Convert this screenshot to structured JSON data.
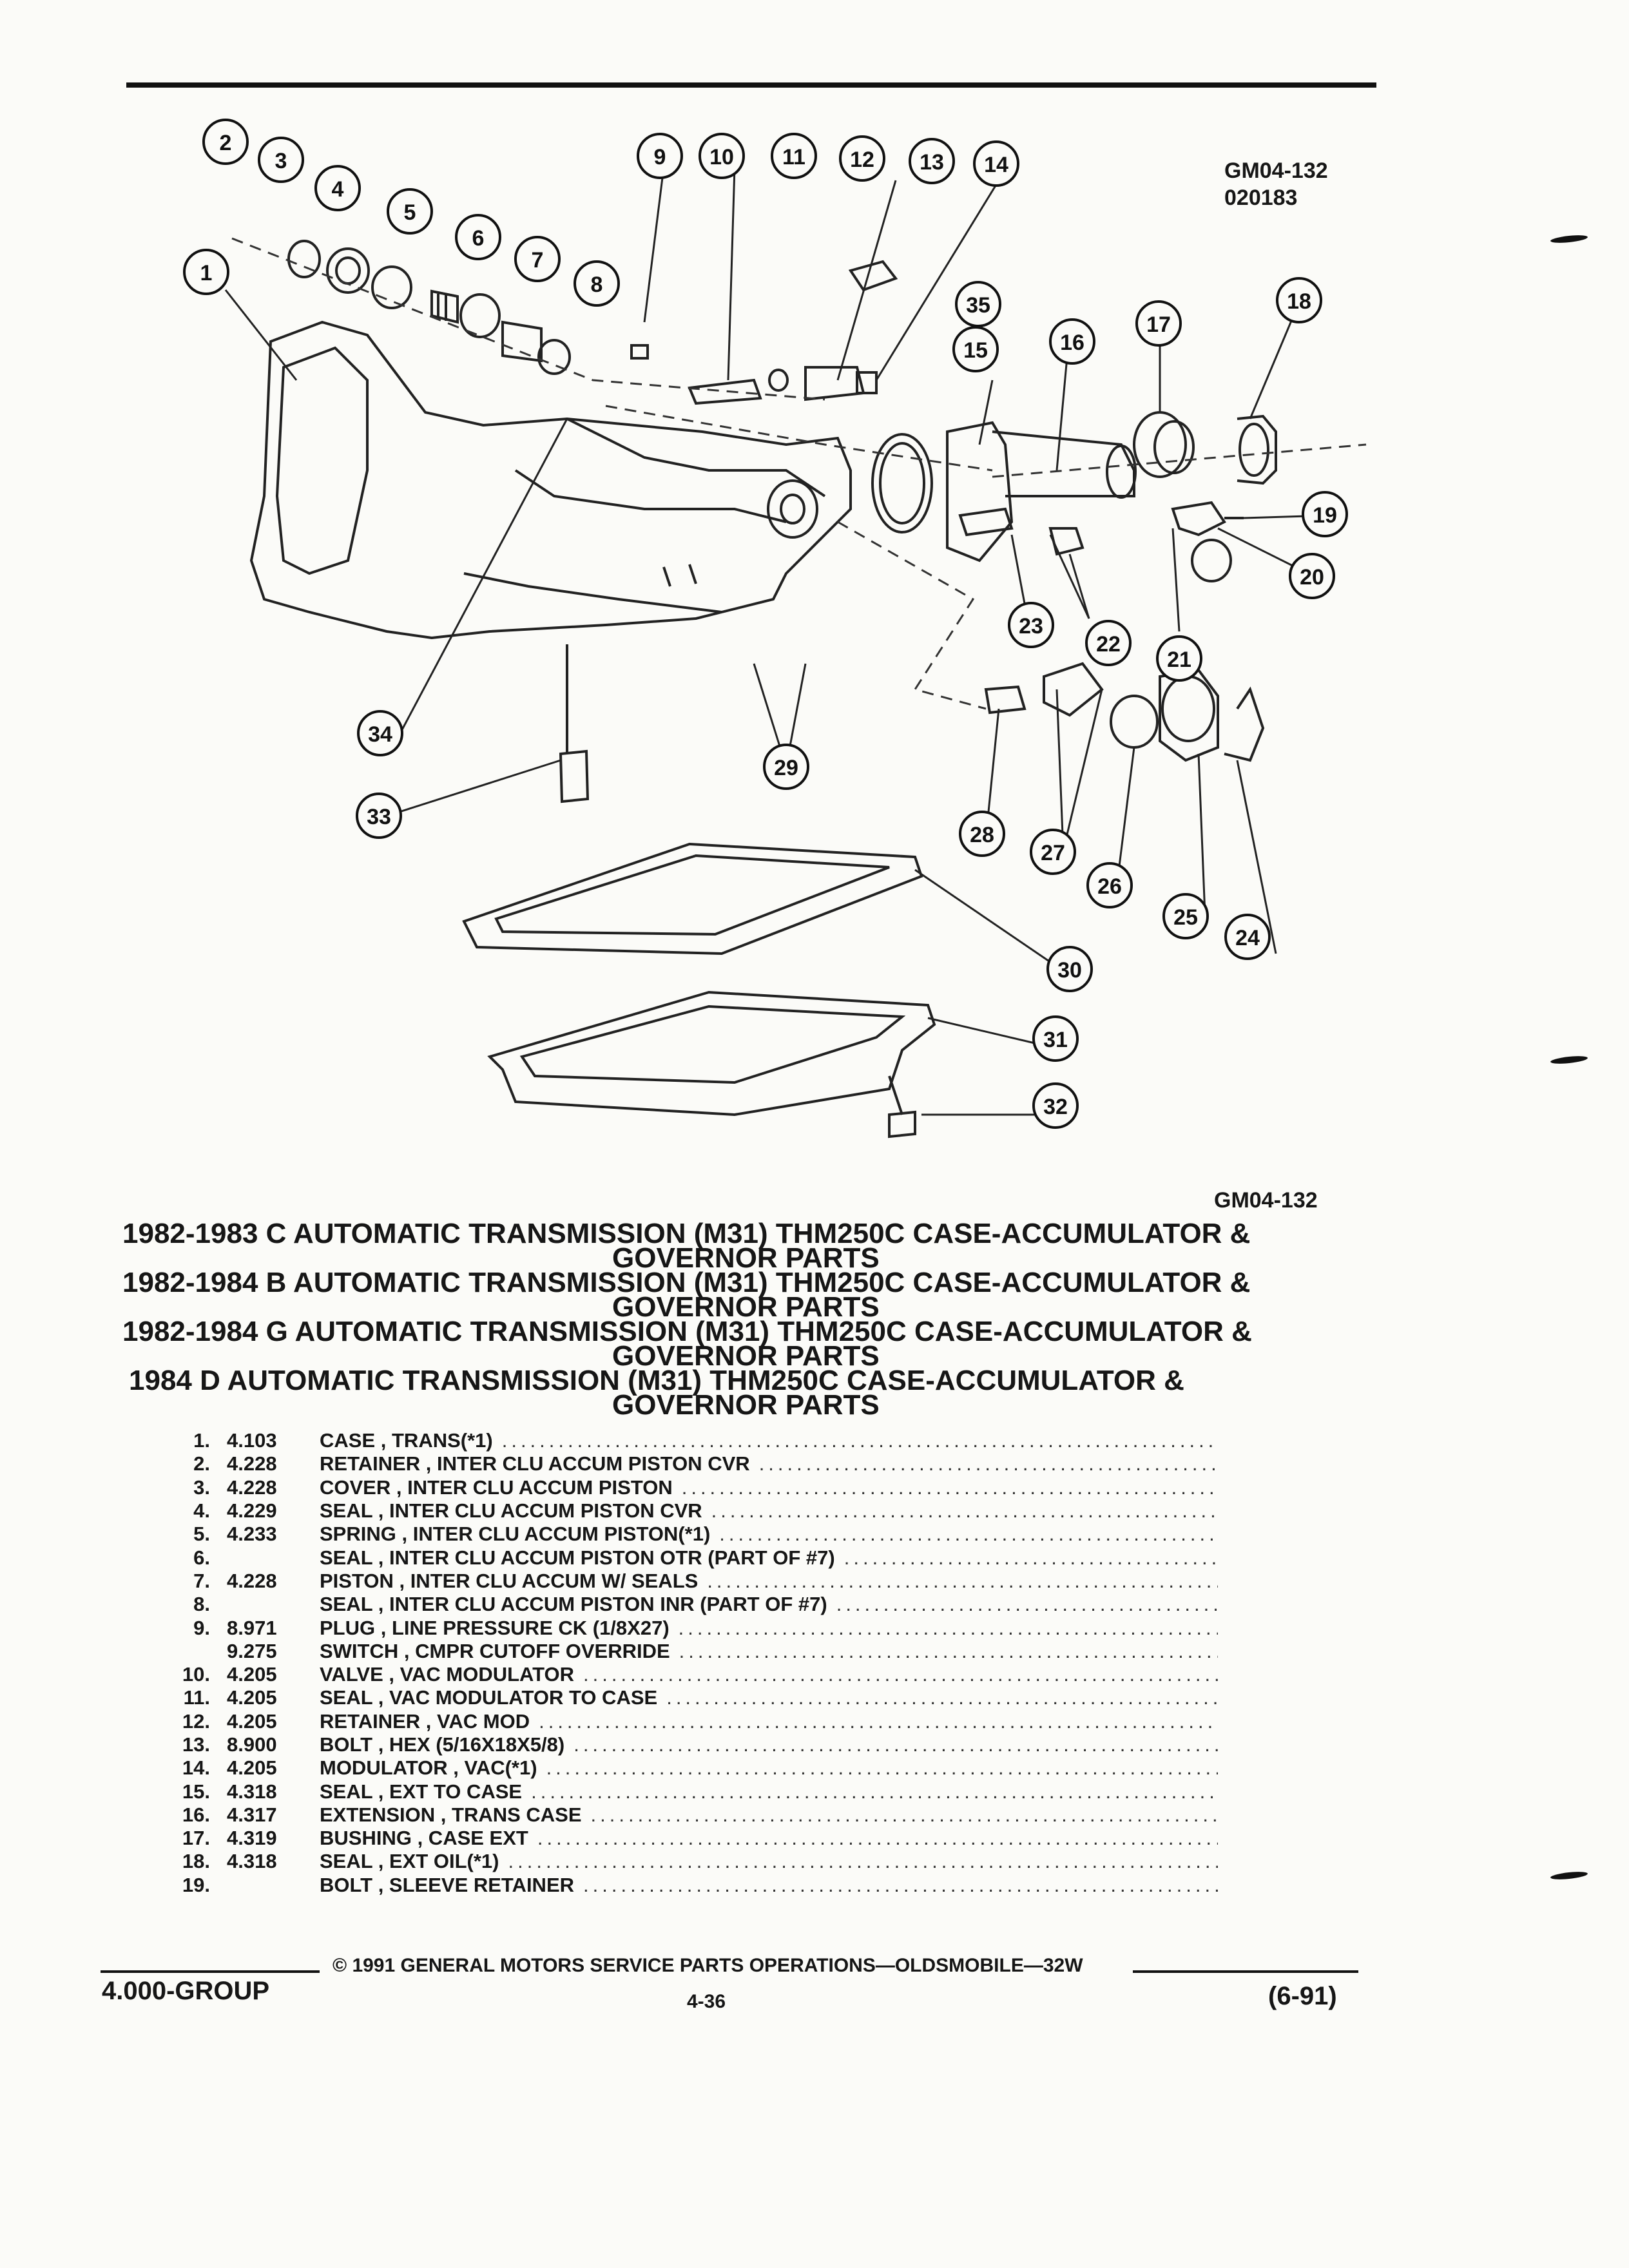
{
  "diagram": {
    "code_top": "GM04-132",
    "date_code": "020183",
    "code_bottom": "GM04-132",
    "callouts": [
      "1",
      "2",
      "3",
      "4",
      "5",
      "6",
      "7",
      "8",
      "9",
      "10",
      "11",
      "12",
      "13",
      "14",
      "15",
      "16",
      "17",
      "18",
      "19",
      "20",
      "21",
      "22",
      "23",
      "24",
      "25",
      "26",
      "27",
      "28",
      "29",
      "30",
      "31",
      "32",
      "33",
      "34",
      "35"
    ]
  },
  "titles": [
    {
      "line": "1982-1983 C AUTOMATIC TRANSMISSION (M31) THM250C CASE-ACCUMULATOR &",
      "cont": "GOVERNOR PARTS"
    },
    {
      "line": "1982-1984 B AUTOMATIC TRANSMISSION (M31) THM250C CASE-ACCUMULATOR &",
      "cont": "GOVERNOR PARTS"
    },
    {
      "line": "1982-1984 G AUTOMATIC TRANSMISSION (M31) THM250C CASE-ACCUMULATOR &",
      "cont": "GOVERNOR PARTS"
    },
    {
      "line": "1984 D AUTOMATIC TRANSMISSION (M31) THM250C CASE-ACCUMULATOR &",
      "cont": "GOVERNOR PARTS"
    }
  ],
  "parts": [
    {
      "num": "1.",
      "code": "4.103",
      "name": "CASE",
      "detail": ", TRANS(*1)"
    },
    {
      "num": "2.",
      "code": "4.228",
      "name": "RETAINER",
      "detail": ", INTER CLU ACCUM PISTON CVR"
    },
    {
      "num": "3.",
      "code": "4.228",
      "name": "COVER",
      "detail": ", INTER CLU ACCUM PISTON"
    },
    {
      "num": "4.",
      "code": "4.229",
      "name": "SEAL",
      "detail": ", INTER CLU ACCUM PISTON CVR"
    },
    {
      "num": "5.",
      "code": "4.233",
      "name": "SPRING",
      "detail": ", INTER CLU ACCUM PISTON(*1)"
    },
    {
      "num": "6.",
      "code": "",
      "name": "SEAL",
      "detail": ", INTER CLU ACCUM PISTON OTR (PART OF #7)"
    },
    {
      "num": "7.",
      "code": "4.228",
      "name": "PISTON",
      "detail": ", INTER CLU ACCUM W/ SEALS"
    },
    {
      "num": "8.",
      "code": "",
      "name": "SEAL",
      "detail": ", INTER CLU ACCUM PISTON INR (PART OF #7)"
    },
    {
      "num": "9.",
      "code": "8.971",
      "name": "PLUG",
      "detail": ", LINE PRESSURE CK (1/8X27)"
    },
    {
      "num": "",
      "code": "9.275",
      "name": "SWITCH",
      "detail": ", CMPR CUTOFF OVERRIDE"
    },
    {
      "num": "10.",
      "code": "4.205",
      "name": "VALVE",
      "detail": ", VAC MODULATOR"
    },
    {
      "num": "11.",
      "code": "4.205",
      "name": "SEAL",
      "detail": ", VAC MODULATOR TO CASE"
    },
    {
      "num": "12.",
      "code": "4.205",
      "name": "RETAINER",
      "detail": ", VAC MOD"
    },
    {
      "num": "13.",
      "code": "8.900",
      "name": "BOLT",
      "detail": ", HEX (5/16X18X5/8)"
    },
    {
      "num": "14.",
      "code": "4.205",
      "name": "MODULATOR",
      "detail": ", VAC(*1)"
    },
    {
      "num": "15.",
      "code": "4.318",
      "name": "SEAL",
      "detail": ", EXT TO CASE"
    },
    {
      "num": "16.",
      "code": "4.317",
      "name": "EXTENSION",
      "detail": ", TRANS CASE"
    },
    {
      "num": "17.",
      "code": "4.319",
      "name": "BUSHING",
      "detail": ", CASE EXT"
    },
    {
      "num": "18.",
      "code": "4.318",
      "name": "SEAL",
      "detail": ", EXT OIL(*1)"
    },
    {
      "num": "19.",
      "code": "",
      "name": "BOLT",
      "detail": ", SLEEVE RETAINER"
    }
  ],
  "footer": {
    "copyright": "© 1991 GENERAL MOTORS SERVICE PARTS OPERATIONS—OLDSMOBILE—32W",
    "group": "4.000-GROUP",
    "page": "4-36",
    "date": "(6-91)"
  }
}
